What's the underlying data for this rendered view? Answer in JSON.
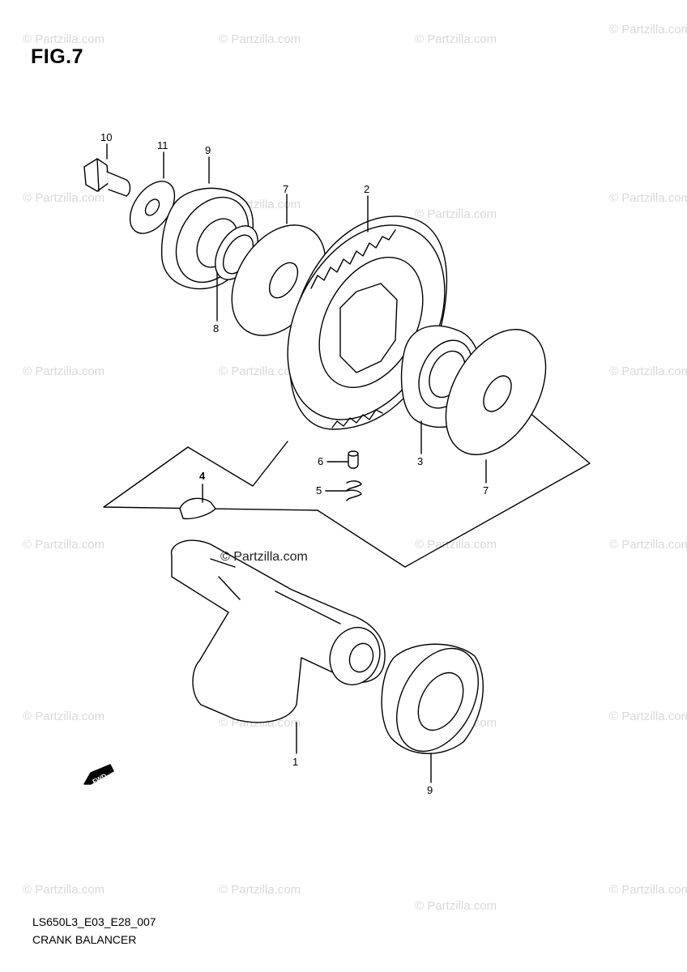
{
  "title": "FIG.7",
  "code": "LS650L3_E03_E28_007",
  "caption": "CRANK BALANCER",
  "watermark": "© Partzilla.com",
  "center_watermark": "© Partzilla.com",
  "fwd_label": "FWD",
  "callouts": {
    "c10": "10",
    "c11": "11",
    "c9a": "9",
    "c7a": "7",
    "c2": "2",
    "c8": "8",
    "c3": "3",
    "c6": "6",
    "c5": "5",
    "c7b": "7",
    "c4": "4",
    "c1": "1",
    "c9b": "9"
  }
}
